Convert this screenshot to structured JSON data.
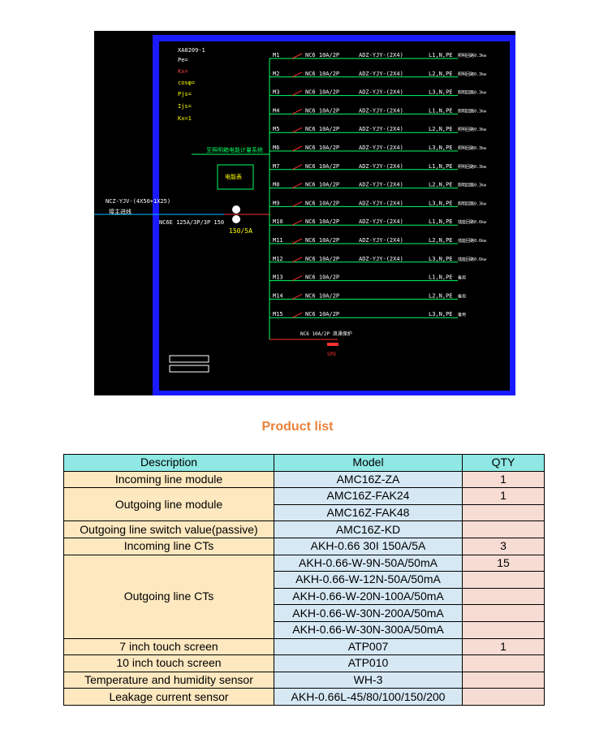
{
  "diagram": {
    "params": [
      "XA0209-1",
      "Pe=",
      "Kx=",
      "cosφ=",
      "Pjs=",
      "Ijs=",
      "Kx=1"
    ],
    "header_label": "NCZ-YJV-(4X50+1X25)",
    "header_sub": "接主进线",
    "incoming_breaker": "NC6E 125A/3P/3P 150",
    "ct_ratio": "150/5A",
    "branch_note": "至照明箱电能计量系统",
    "meter_label": "电能表",
    "branches": [
      {
        "id": "M1",
        "breaker": "NC6 10A/2P",
        "cable": "ADZ-YJY-(2X4)",
        "phase": "L1,N,PE",
        "load": "照明回路0.3kw"
      },
      {
        "id": "M2",
        "breaker": "NC6 10A/2P",
        "cable": "ADZ-YJY-(2X4)",
        "phase": "L2,N,PE",
        "load": "照明回路0.3kw"
      },
      {
        "id": "M3",
        "breaker": "NC6 10A/2P",
        "cable": "ADZ-YJY-(2X4)",
        "phase": "L3,N,PE",
        "load": "照明回路0.3kw"
      },
      {
        "id": "M4",
        "breaker": "NC6 10A/2P",
        "cable": "ADZ-YJY-(2X4)",
        "phase": "L1,N,PE",
        "load": "照明回路0.3kw"
      },
      {
        "id": "M5",
        "breaker": "NC6 10A/2P",
        "cable": "ADZ-YJY-(2X4)",
        "phase": "L2,N,PE",
        "load": "照明回路0.3kw"
      },
      {
        "id": "M6",
        "breaker": "NC6 10A/2P",
        "cable": "ADZ-YJY-(2X4)",
        "phase": "L3,N,PE",
        "load": "照明回路0.3kw"
      },
      {
        "id": "M7",
        "breaker": "NC6 10A/2P",
        "cable": "ADZ-YJY-(2X4)",
        "phase": "L1,N,PE",
        "load": "照明回路0.3kw"
      },
      {
        "id": "M8",
        "breaker": "NC6 10A/2P",
        "cable": "ADZ-YJY-(2X4)",
        "phase": "L2,N,PE",
        "load": "照明回路0.3kw"
      },
      {
        "id": "M9",
        "breaker": "NC6 10A/2P",
        "cable": "ADZ-YJY-(2X4)",
        "phase": "L3,N,PE",
        "load": "照明回路0.3kw"
      },
      {
        "id": "M10",
        "breaker": "NC6 10A/2P",
        "cable": "ADZ-YJY-(2X4)",
        "phase": "L1,N,PE",
        "load": "插座回路0.6kw"
      },
      {
        "id": "M11",
        "breaker": "NC6 10A/2P",
        "cable": "ADZ-YJY-(2X4)",
        "phase": "L2,N,PE",
        "load": "插座回路0.6kw"
      },
      {
        "id": "M12",
        "breaker": "NC6 10A/2P",
        "cable": "ADZ-YJY-(2X4)",
        "phase": "L3,N,PE",
        "load": "插座回路0.6kw"
      },
      {
        "id": "M13",
        "breaker": "NC6 10A/2P",
        "cable": "",
        "phase": "L1,N,PE",
        "load": "备用"
      },
      {
        "id": "M14",
        "breaker": "NC6 10A/2P",
        "cable": "",
        "phase": "L2,N,PE",
        "load": "备用"
      },
      {
        "id": "M15",
        "breaker": "NC6 10A/2P",
        "cable": "",
        "phase": "L3,N,PE",
        "load": "备用"
      }
    ],
    "spd_label": "NC6 10A/2P  浪涌保护",
    "spd_sub": "SPD"
  },
  "product_list": {
    "title": "Product list",
    "headers": [
      "Description",
      "Model",
      "QTY"
    ],
    "incoming_line_module": {
      "desc": "Incoming line module",
      "model": "AMC16Z-ZA",
      "qty": "1"
    },
    "outgoing_line_module": {
      "desc": "Outgoing line module",
      "models": [
        "AMC16Z-FAK24",
        "AMC16Z-FAK48"
      ],
      "qtys": [
        "1",
        ""
      ]
    },
    "outgoing_switch": {
      "desc": "Outgoing line switch value(passive)",
      "model": "AMC16Z-KD",
      "qty": ""
    },
    "incoming_cts": {
      "desc": "Incoming line CTs",
      "model": "AKH-0.66 30I 150A/5A",
      "qty": "3"
    },
    "outgoing_cts": {
      "desc": "Outgoing line CTs",
      "models": [
        "AKH-0.66-W-9N-50A/50mA",
        "AKH-0.66-W-12N-50A/50mA",
        "AKH-0.66-W-20N-100A/50mA",
        "AKH-0.66-W-30N-200A/50mA",
        "AKH-0.66-W-30N-300A/50mA"
      ],
      "qtys": [
        "15",
        "",
        "",
        "",
        ""
      ]
    },
    "touch7": {
      "desc": "7 inch touch screen",
      "model": "ATP007",
      "qty": "1"
    },
    "touch10": {
      "desc": "10 inch touch screen",
      "model": "ATP010",
      "qty": ""
    },
    "temp_sensor": {
      "desc": "Temperature and humidity sensor",
      "model": "WH-3",
      "qty": ""
    },
    "leak_sensor": {
      "desc": "Leakage current sensor",
      "model": "AKH-0.66L-45/80/100/150/200",
      "qty": ""
    }
  }
}
